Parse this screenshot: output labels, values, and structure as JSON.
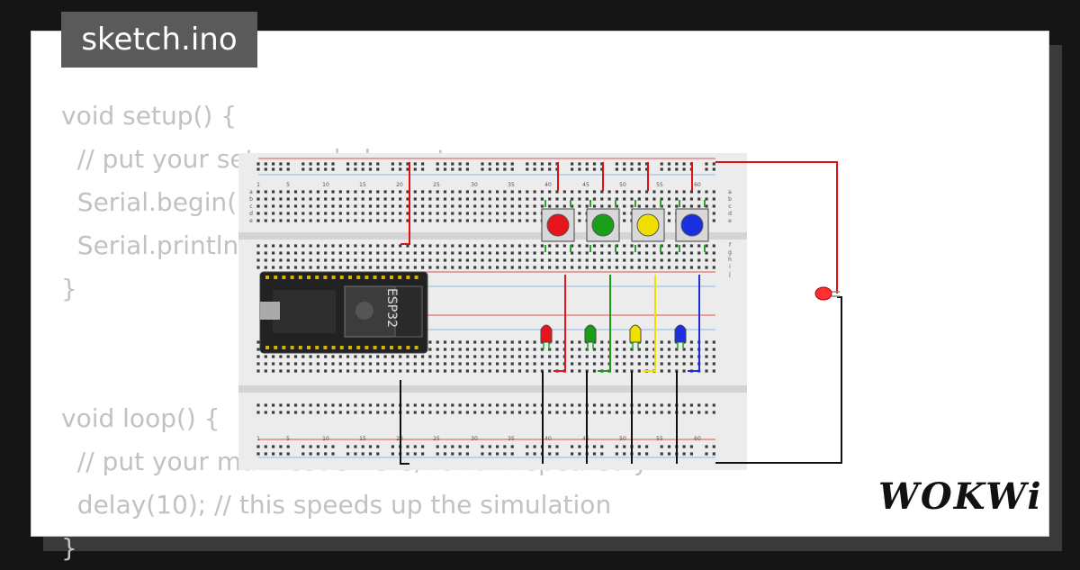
{
  "tab": {
    "filename": "sketch.ino"
  },
  "code_lines": [
    "void setup() {",
    "  // put your setup code here, to run once:",
    "  Serial.begin(115200);",
    "  Serial.println(\"Hello, ESP32!\");",
    "}",
    "",
    "",
    "void loop() {",
    "  // put your main code here, to run repeatedly:",
    "  delay(10); // this speeds up the simulation",
    "}"
  ],
  "breadboard": {
    "column_numbers": [
      "1",
      "5",
      "10",
      "15",
      "20",
      "25",
      "30",
      "35",
      "40",
      "45",
      "50",
      "55",
      "60"
    ],
    "row_letters_top": [
      "a",
      "b",
      "c",
      "d",
      "e"
    ],
    "row_letters_bottom": [
      "f",
      "g",
      "h",
      "i",
      "j"
    ],
    "mcu_label": "ESP32"
  },
  "components": {
    "buttons": [
      {
        "name": "red-button",
        "color": "#e8141c"
      },
      {
        "name": "green-button",
        "color": "#1a9e1a"
      },
      {
        "name": "yellow-button",
        "color": "#f0e000"
      },
      {
        "name": "blue-button",
        "color": "#1b2fe0"
      }
    ],
    "leds": [
      {
        "name": "red-led",
        "color": "#e8141c"
      },
      {
        "name": "green-led",
        "color": "#1a9e1a"
      },
      {
        "name": "yellow-led",
        "color": "#f0e000"
      },
      {
        "name": "blue-led",
        "color": "#1b2fe0"
      }
    ],
    "external_led_color": "#ff3030"
  },
  "brand": {
    "logo_text": "WOKWi"
  }
}
